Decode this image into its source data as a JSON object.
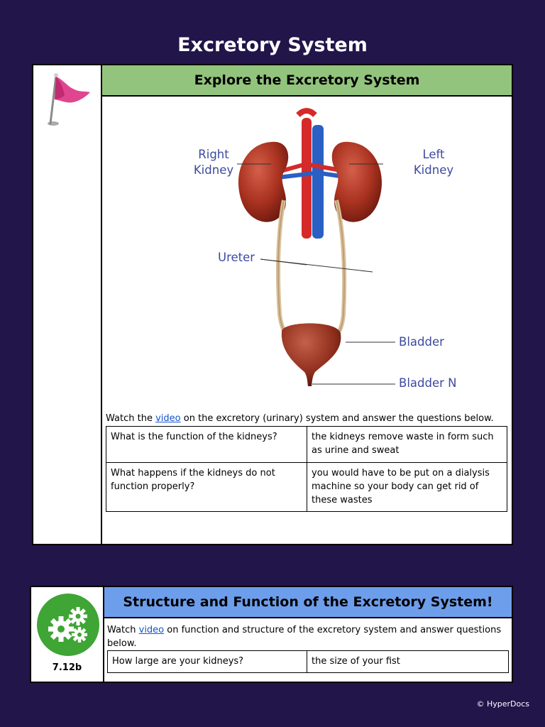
{
  "page_title": "Excretory System",
  "section1": {
    "header": "Explore the Excretory System",
    "diagram_labels": {
      "right_kidney_line1": "Right",
      "right_kidney_line2": "Kidney",
      "left_kidney_line1": "Left",
      "left_kidney_line2": "Kidney",
      "ureter": "Ureter",
      "bladder": "Bladder",
      "bladder_neck": "Bladder Neck"
    },
    "intro_prefix": "Watch the",
    "intro_link": "video",
    "intro_suffix": "on the excretory (urinary) system and answer the questions below.",
    "rows": [
      {
        "question": "What is the function of the kidneys?",
        "answer": "the kidneys remove waste in form such as urine and sweat"
      },
      {
        "question": "What happens if the kidneys do not function properly?",
        "answer": "you would have to be put on a dialysis machine so your body can get rid of these wastes"
      }
    ]
  },
  "section2": {
    "header": "Structure and Function of the Excretory System!",
    "badge_code": "7.12b",
    "intro_prefix": "Watch",
    "intro_link": "video",
    "intro_suffix": "on function and structure of the excretory system and answer questions below.",
    "rows": [
      {
        "question": "How large are your kidneys?",
        "answer": "the size of your fist"
      }
    ]
  },
  "footer": {
    "copyright": "© HyperDocs"
  },
  "colors": {
    "background": "#21154a",
    "header_green": "#93c47d",
    "header_blue": "#6d9eeb",
    "badge_green": "#3fa535",
    "label_blue": "#3d4aa0",
    "flag_pink": "#e0468f"
  },
  "icons": {
    "section1": "flag-icon",
    "section2": "gears-icon"
  }
}
